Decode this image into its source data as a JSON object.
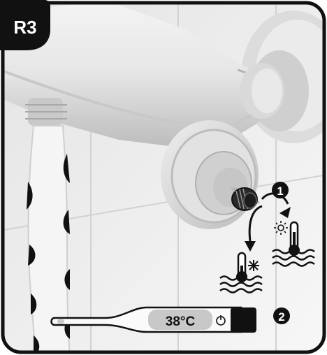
{
  "step_badge": {
    "label": "R3"
  },
  "step_markers": [
    {
      "label": "1"
    },
    {
      "label": "2"
    }
  ],
  "thermometer": {
    "reading": "38°C",
    "button_icon": "power-icon"
  },
  "icons": {
    "hot": "sun-icon",
    "cold": "snowflake-icon"
  },
  "colors": {
    "border": "#111111",
    "badge": "#111111",
    "badge_text": "#ffffff",
    "display": "#c8c8c8"
  }
}
